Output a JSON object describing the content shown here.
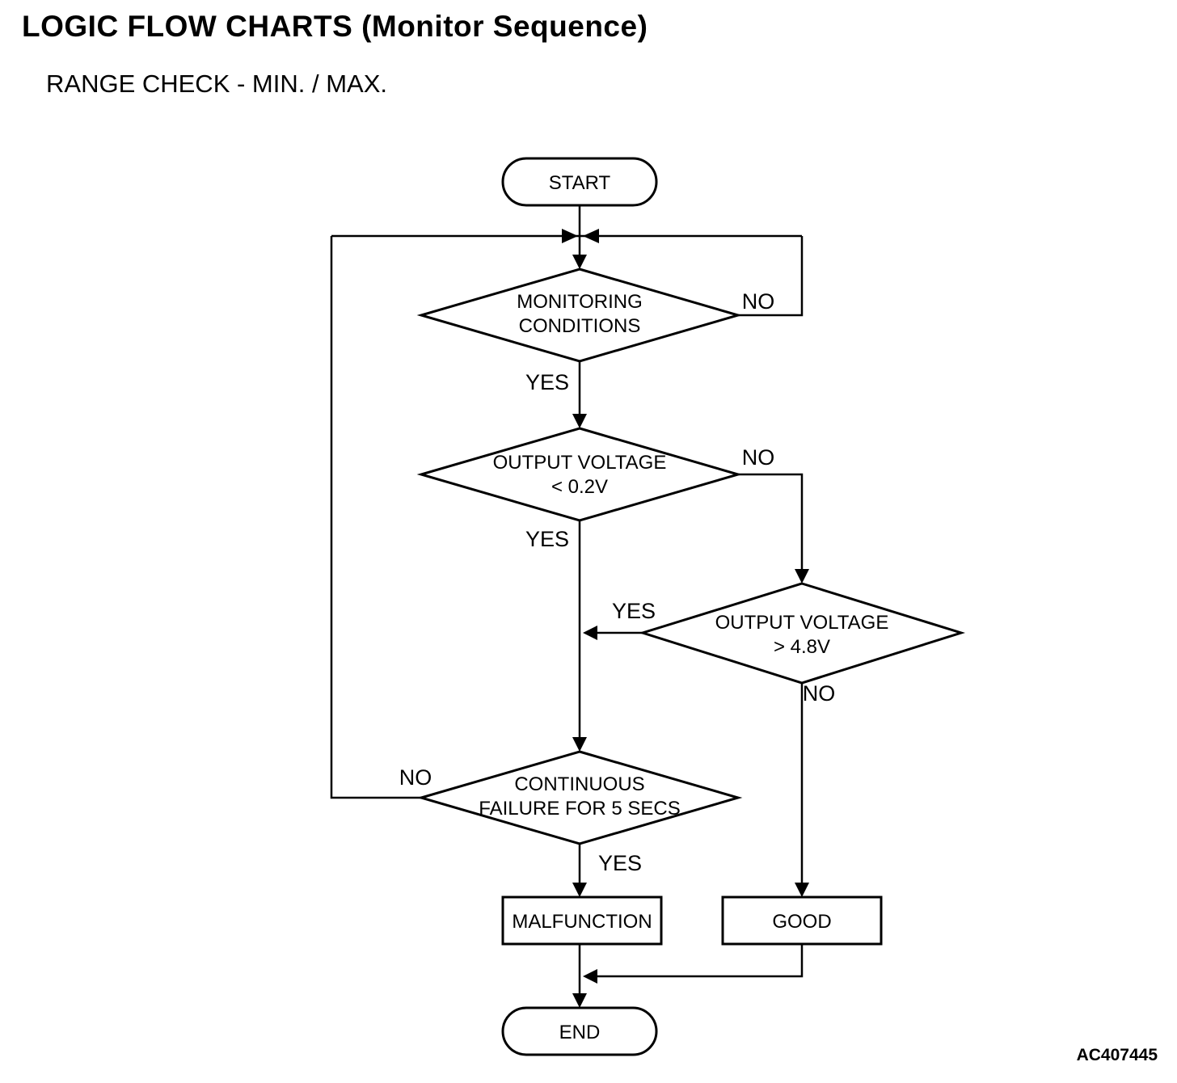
{
  "header": {
    "title": "LOGIC FLOW CHARTS (Monitor Sequence)",
    "subtitle": "RANGE CHECK - MIN. / MAX."
  },
  "flowchart": {
    "nodes": {
      "start": {
        "label": "START"
      },
      "monitoring_conditions": {
        "line1": "MONITORING",
        "line2": "CONDITIONS"
      },
      "output_voltage_low": {
        "line1": "OUTPUT VOLTAGE",
        "line2": "< 0.2V"
      },
      "output_voltage_high": {
        "line1": "OUTPUT VOLTAGE",
        "line2": "> 4.8V"
      },
      "continuous_failure": {
        "line1": "CONTINUOUS",
        "line2": "FAILURE FOR 5 SECS"
      },
      "malfunction": {
        "label": "MALFUNCTION"
      },
      "good": {
        "label": "GOOD"
      },
      "end": {
        "label": "END"
      }
    },
    "edge_labels": {
      "monitoring_yes": "YES",
      "monitoring_no": "NO",
      "low_yes": "YES",
      "low_no": "NO",
      "high_yes": "YES",
      "high_no": "NO",
      "failure_yes": "YES",
      "failure_no": "NO"
    },
    "colors": {
      "line": "#000000",
      "background": "#ffffff"
    }
  },
  "footer": {
    "figure_code": "AC407445"
  }
}
